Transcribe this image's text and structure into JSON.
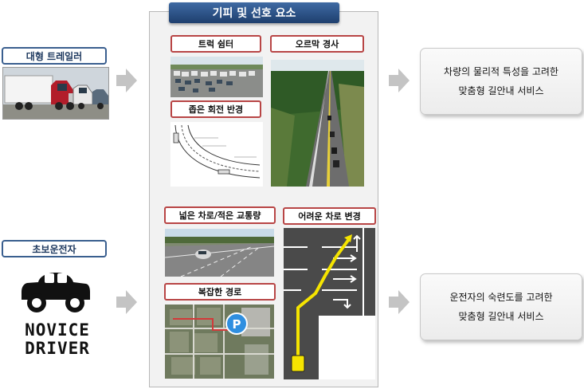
{
  "panel": {
    "title": "기피 및 선호 요소"
  },
  "left": {
    "trailer_label": "대형 트레일러",
    "novice_label": "초보운전자",
    "novice_line1": "NOVICE",
    "novice_line2": "DRIVER"
  },
  "factors": {
    "truck_stop": "트럭 쉼터",
    "uphill": "오르막 경사",
    "narrow_turn": "좁은 회전 반경",
    "wide_lane": "넓은 차로/적은 교통량",
    "hard_lane_change": "어려운 차로 변경",
    "complex_route": "복잡한 경로"
  },
  "results": {
    "vehicle_line1": "차량의 물리적 특성을 고려한",
    "vehicle_line2": "맞춤형 길안내 서비스",
    "driver_line1": "운전자의 숙련도를 고려한",
    "driver_line2": "맞춤형 길안내 서비스"
  },
  "colors": {
    "accent_blue": "#2c5282",
    "caption_border": "#b84545",
    "route_yellow": "#f5e400"
  }
}
